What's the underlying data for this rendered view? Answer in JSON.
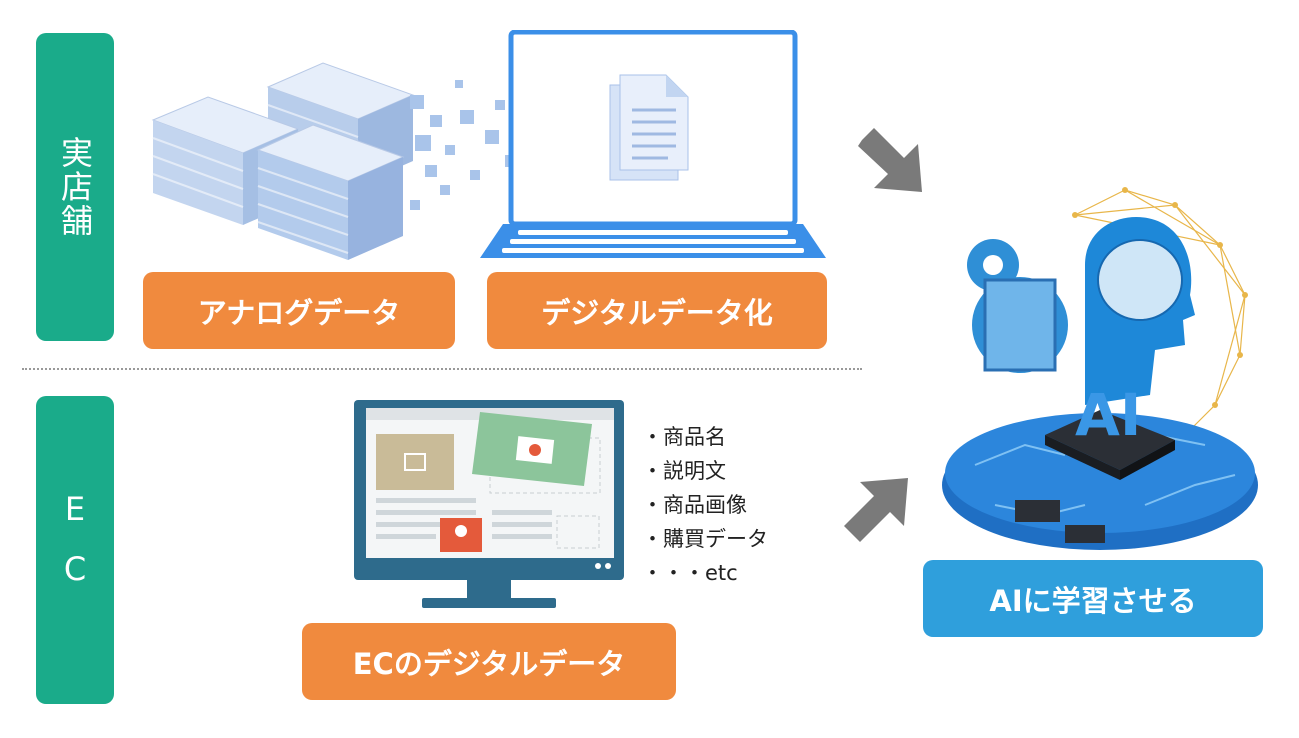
{
  "sections": {
    "store": {
      "label": "実店舗"
    },
    "ec": {
      "label": "EC"
    }
  },
  "labels": {
    "analog": "アナログデータ",
    "digitize": "デジタルデータ化",
    "ec_digital": "ECのデジタルデータ",
    "ai_learn": "AIに学習させる"
  },
  "ec_items": [
    "・商品名",
    "・説明文",
    "・商品画像",
    "・購買データ",
    "・・・etc"
  ],
  "ai_chip_text": "AI",
  "colors": {
    "green": "#1aab8a",
    "orange": "#f08a3e",
    "blue": "#2f9fdc",
    "arrow": "#7a7a7a"
  }
}
